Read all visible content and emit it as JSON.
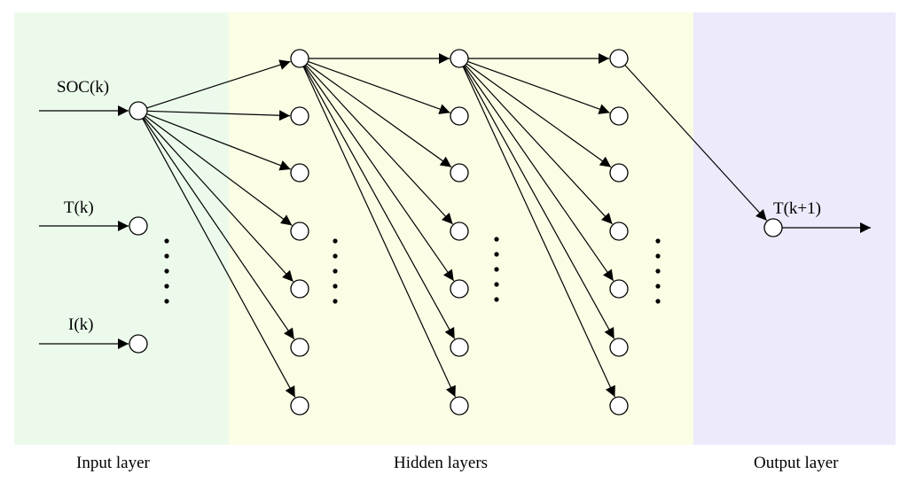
{
  "regions": {
    "input": {
      "caption": "Input layer",
      "color": "#ecfaec"
    },
    "hidden": {
      "caption": "Hidden layers",
      "color": "#fcfde5"
    },
    "output": {
      "caption": "Output layer",
      "color": "#eceafb"
    }
  },
  "inputs": {
    "soc": "SOC(k)",
    "temp": "T(k)",
    "current": "I(k)"
  },
  "output": {
    "label": "T(k+1)"
  },
  "ellipsis": "·····"
}
